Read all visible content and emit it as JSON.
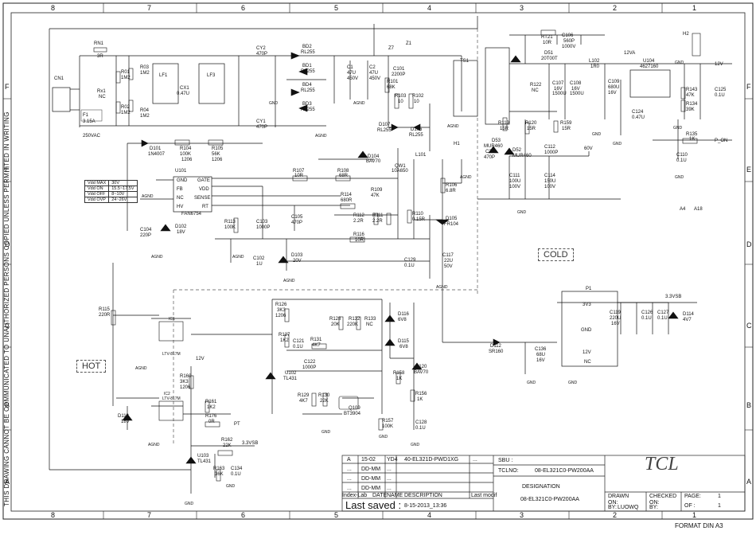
{
  "frame": {
    "columns": [
      "8",
      "7",
      "6",
      "5",
      "4",
      "3",
      "2",
      "1"
    ],
    "rows": [
      "F",
      "E",
      "D",
      "C",
      "B",
      "A"
    ],
    "side_note": "THIS DRAWING CANNOT BE COMMUNICATED TO UNAUTHORIZED PERSONS COPIED UNLESS PERMITTED IN WRITING",
    "format": "FORMAT DIN A3"
  },
  "zones": {
    "hot": "HOT",
    "cold": "COLD"
  },
  "spec_table": [
    [
      "Vdd MAX",
      "30V"
    ],
    [
      "Vdd ON",
      "15.5~17.5V"
    ],
    [
      "Vdd OFF",
      "8~10V"
    ],
    [
      "Vdd OVP",
      "24~26V"
    ]
  ],
  "labels": {
    "cn1": "CN1",
    "f1": "F1",
    "f1_val": "3.15A",
    "f1_v": "250VAC",
    "rn1": "RN1",
    "rn1_val": "3R",
    "rx1": "Rx1",
    "rx1_val": "NC",
    "r01": "R01",
    "r01_val": "1M2",
    "r02": "R02",
    "r02_val": "1M2",
    "r03": "R03",
    "r03_val": "1M2",
    "r04": "R04",
    "r04_val": "1M2",
    "lf1": "LF1",
    "cx1": "CX1",
    "cx1_val": "0.47U",
    "lf3": "LF3",
    "cy2": "CY2",
    "cy2_val": "470P",
    "cy1": "CY1",
    "cy1_val": "470P",
    "bd2": "BD2",
    "bd2_val": "RL255",
    "bd1": "BD1",
    "bd1_val": "RL255",
    "bd4": "BD4",
    "bd4_val": "RL255",
    "bd3": "BD3",
    "bd3_val": "RL255",
    "c1": "C1",
    "c1_val": "47U",
    "c1_v": "450V",
    "c2": "C2",
    "c2_val": "47U",
    "c2_v": "450V",
    "z1": "Z1",
    "z7": "Z7",
    "c101": "C101",
    "c101_val": "2200P",
    "r101": "R101",
    "r101_val": "68K",
    "r103": "R103",
    "r103_val": "10",
    "r102": "R102",
    "r102_val": "10",
    "d107": "D107",
    "d107_val": "RL255",
    "d106": "D106",
    "d106_val": "RL255",
    "l101": "L101",
    "ts1": "TS1",
    "d101": "D101",
    "d101_val": "1N4007",
    "r104": "R104",
    "r104_val": "100K",
    "r104_pkg": "1206",
    "r105": "R105",
    "r105_val": "56K",
    "r105_pkg": "1206",
    "u101": "U101",
    "u101_part": "FAN6754",
    "u101_gnd": "GND",
    "u101_fb": "FB",
    "u101_nc": "NC",
    "u101_hv": "HV",
    "u101_gate": "GATE",
    "u101_vdd": "VDD",
    "u101_sense": "SENSE",
    "u101_rt": "RT",
    "r107": "R107",
    "r107_val": "10R",
    "r108": "R108",
    "r108_val": "68R",
    "d104": "D104",
    "d104_val": "BAV70",
    "qw1": "QW1",
    "qw1_part": "10A650",
    "r109": "R109",
    "r109_val": "47K",
    "r114": "R114",
    "r114_val": "680R",
    "r112": "R112",
    "r112_val": "2.2R",
    "r111": "R111",
    "r111_val": "2.2R",
    "r110": "R110",
    "r110_val": "0.15R",
    "r113": "R113",
    "r113_val": "100K",
    "c103": "C103",
    "c103_val": "1000P",
    "c104": "C104",
    "c104_val": "220P",
    "d102": "D102",
    "d102_val": "18V",
    "c105": "C105",
    "c105_val": "470P",
    "r116": "R116",
    "r116_val": "10R",
    "c102": "C102",
    "c102_val": "1U",
    "d103": "D103",
    "d103_val": "20V",
    "c129": "C129",
    "c129_val": "0.1U",
    "c117": "C117",
    "c117_val": "22U",
    "c117_v": "50V",
    "d105": "D105",
    "d105_val": "FR104",
    "r106": "R106",
    "r106_val": "6.8R",
    "h1": "H1",
    "c3": "C3",
    "c3_val": "470P",
    "rt21": "RT21",
    "rt21_val": "10R",
    "c106": "C106",
    "c106_val": "560P",
    "c106_v": "1000V",
    "d51": "D51",
    "d51_part": "20T00T",
    "r122": "R122",
    "r122_val": "NC",
    "c107": "C107",
    "c107_val": "16V",
    "c107_cap": "1500U",
    "c108": "C108",
    "c108_val": "16V",
    "c108_cap": "1500U",
    "l102": "L102",
    "l102_val": "1R0",
    "c109": "C109",
    "c109_val": "680U",
    "c109_v": "16V",
    "r119": "R119",
    "r119_val": "15R",
    "r120": "R120",
    "r120_val": "15R",
    "r159": "R159",
    "r159_val": "15R",
    "d53": "D53",
    "d53_part": "MUR460",
    "d52": "D52",
    "d52_part": "MUR460",
    "c112": "C112",
    "c112_val": "1000P",
    "c111": "C111",
    "c111_val": "100U",
    "c111_v": "100V",
    "c114": "C114",
    "c114_val": "150U",
    "c114_v": "100V",
    "net_60v": "60V",
    "net_12va": "12VA",
    "u104": "U104",
    "u104_part": "4627160",
    "h2": "H2",
    "net_12v": "12V",
    "c124": "C124",
    "c124_val": "0.47U",
    "r143": "R143",
    "r143_val": "47K",
    "r134": "R134",
    "r134_val": "39K",
    "c125": "C125",
    "c125_val": "0.1U",
    "r135": "R135",
    "r135_val": "1K",
    "net_pon": "P_ON",
    "c110": "C110",
    "c110_val": "0.1U",
    "a4": "A4",
    "a18": "A18",
    "r115": "R115",
    "r115_val": "220R",
    "r126": "R126",
    "r126_val": "3K3",
    "r126_pkg": "1206",
    "r127": "R127",
    "r127_val": "1K2",
    "c121": "C121",
    "c121_val": "0.1U",
    "r131": "R131",
    "r131_val": "4K7",
    "r128": "R128",
    "r128_val": "20K",
    "r132": "R132",
    "r132_val": "220K",
    "r133": "R133",
    "r133_val": "NC",
    "d116": "D116",
    "d116_val": "6V8",
    "d115": "D115",
    "d115_val": "6V8",
    "c122": "C122",
    "c122_val": "1000P",
    "u102": "U102",
    "u102_part": "TL431",
    "d120": "D120",
    "d120_val": "BAV70",
    "r158": "R158",
    "r158_val": "1K",
    "r156": "R156",
    "r156_val": "1K",
    "r129": "R129",
    "r129_val": "4K7",
    "r130": "R130",
    "r130_val": "22K",
    "q109": "Q109",
    "q109_part": "BT3904",
    "r157": "R157",
    "r157_val": "100K",
    "c128": "C128",
    "c128_val": "0.1U",
    "ic1": "IC1",
    "ic1_part": "LTV-817M",
    "ic2": "IC2",
    "ic2_part": "LTV-817M",
    "net_12v_b": "12V",
    "r160": "R160",
    "r160_val": "3K3",
    "r160_pkg": "1206",
    "r161": "R161",
    "r161_val": "1K2",
    "r176": "R176",
    "r176_val": "0R",
    "net_pt": "PT",
    "d113": "D113",
    "d113_val": "18V",
    "r162": "R162",
    "r162_val": "22K",
    "net_33vsb": "3.3VSB",
    "u103": "U103",
    "u103_part": "TL431",
    "r163": "R163",
    "r163_val": "36K",
    "c134": "C134",
    "c134_val": "0.1U",
    "d112": "D112",
    "d112_val": "SR160",
    "c136": "C136",
    "c136_val": "68U",
    "c136_v": "16V",
    "p1": "P1",
    "c119": "C119",
    "c119_val": "220U",
    "c119_v": "16V",
    "c126": "C126",
    "c126_val": "0.1U",
    "c127": "C127",
    "c127_val": "0.1U",
    "d114": "D114",
    "d114_val": "4V7",
    "net_33vsb_b": "3.3VSB",
    "gnd": "GND",
    "agnd": "AGND",
    "p1_3v3": "3V3",
    "p1_gnd": "GND",
    "p1_12v": "12V",
    "p1_nc": "NC"
  },
  "title_block": {
    "rev_row": [
      "A",
      "15-02",
      "YD4",
      "40-EL321D-PWD1XG",
      "..."
    ],
    "dd_rows": [
      [
        "...",
        "DD-MM",
        "...",
        ""
      ],
      [
        "...",
        "DD-MM",
        "...",
        ""
      ],
      [
        "...",
        "DD-MM",
        "...",
        ""
      ]
    ],
    "header": [
      "Index-Lab",
      "DATE",
      "NAME",
      "DESCRIPTION",
      "Last modif"
    ],
    "last_saved_label": "Last saved :",
    "last_saved_value": "8-15-2013_13:36",
    "sbu_label": "SBU :",
    "tclno_label": "TCLNO:",
    "tclno_value": "08-EL321C0-PW200AA",
    "designation_label": "DESIGNATION",
    "designation_value": "08-EL321C0-PW200AA",
    "drawn_label": "DRAWN",
    "checked_label": "CHECKED",
    "page_label": "PAGE:",
    "page_value": "1",
    "of_label": "OF :",
    "of_value": "1",
    "on_label": "ON:",
    "by_label": "BY:",
    "by_value": "LUOWQ",
    "logo": "TCL"
  }
}
